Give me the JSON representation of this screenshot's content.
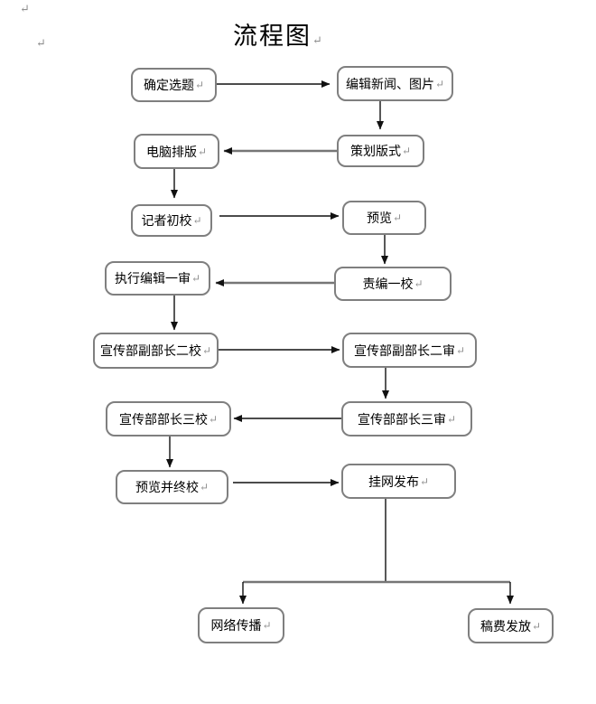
{
  "title": {
    "text": "流程图"
  },
  "marks": {
    "pilcrow": "↵"
  },
  "colors": {
    "box_border": "#7f7f7f",
    "line": "#111111",
    "thick_line": "#767676",
    "pilcrow": "#8f8f8f",
    "text": "#000000"
  },
  "nodes": [
    {
      "id": "determine-topic",
      "label": "确定选题"
    },
    {
      "id": "edit-news-images",
      "label": "编辑新闻、图片"
    },
    {
      "id": "computer-typesetting",
      "label": "电脑排版"
    },
    {
      "id": "plan-layout",
      "label": "策划版式"
    },
    {
      "id": "reporter-first-proof",
      "label": "记者初校"
    },
    {
      "id": "preview",
      "label": "预览"
    },
    {
      "id": "executive-editor-first-review",
      "label": "执行编辑一审"
    },
    {
      "id": "chief-editor-first-proof",
      "label": "责编一校"
    },
    {
      "id": "deputy-director-second-proof",
      "label": "宣传部副部长二校"
    },
    {
      "id": "deputy-director-second-review",
      "label": "宣传部副部长二审"
    },
    {
      "id": "director-third-proof",
      "label": "宣传部部长三校"
    },
    {
      "id": "director-third-review",
      "label": "宣传部部长三审"
    },
    {
      "id": "preview-final-proof",
      "label": "预览并终校"
    },
    {
      "id": "publish-online",
      "label": "挂网发布"
    },
    {
      "id": "network-distribution",
      "label": "网络传播"
    },
    {
      "id": "fee-payment",
      "label": "稿费发放"
    }
  ],
  "edges": [
    {
      "from": "determine-topic",
      "to": "edit-news-images",
      "style": "thin"
    },
    {
      "from": "edit-news-images",
      "to": "plan-layout",
      "style": "thin"
    },
    {
      "from": "plan-layout",
      "to": "computer-typesetting",
      "style": "thick"
    },
    {
      "from": "computer-typesetting",
      "to": "reporter-first-proof",
      "style": "thin"
    },
    {
      "from": "reporter-first-proof",
      "to": "preview",
      "style": "thin"
    },
    {
      "from": "preview",
      "to": "chief-editor-first-proof",
      "style": "thin"
    },
    {
      "from": "chief-editor-first-proof",
      "to": "executive-editor-first-review",
      "style": "thick"
    },
    {
      "from": "executive-editor-first-review",
      "to": "deputy-director-second-proof",
      "style": "thin"
    },
    {
      "from": "deputy-director-second-proof",
      "to": "deputy-director-second-review",
      "style": "thin"
    },
    {
      "from": "deputy-director-second-review",
      "to": "director-third-review",
      "style": "thin"
    },
    {
      "from": "director-third-review",
      "to": "director-third-proof",
      "style": "thin"
    },
    {
      "from": "director-third-proof",
      "to": "preview-final-proof",
      "style": "thin"
    },
    {
      "from": "preview-final-proof",
      "to": "publish-online",
      "style": "thin"
    },
    {
      "from": "publish-online",
      "to": "network-distribution",
      "style": "thick-branch"
    },
    {
      "from": "publish-online",
      "to": "fee-payment",
      "style": "thick-branch"
    }
  ]
}
